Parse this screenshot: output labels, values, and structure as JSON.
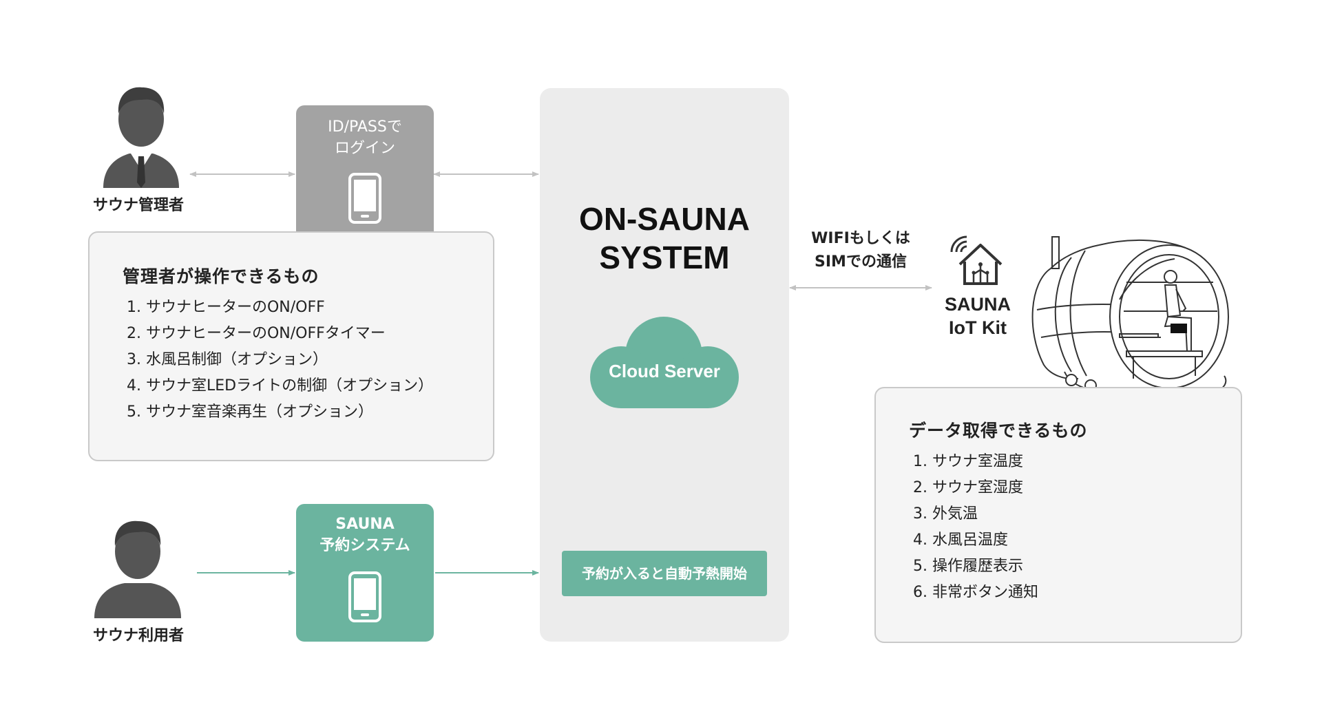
{
  "admin": {
    "label": "サウナ管理者"
  },
  "user": {
    "label": "サウナ利用者"
  },
  "login_box": {
    "line1": "ID/PASSで",
    "line2": "ログイン"
  },
  "reservation_box": {
    "line1": "SAUNA",
    "line2": "予約システム"
  },
  "admin_panel": {
    "title": "管理者が操作できるもの",
    "items": [
      "1. サウナヒーターのON/OFF",
      "2. サウナヒーターのON/OFFタイマー",
      "3. 水風呂制御（オプション）",
      "4. サウナ室LEDライトの制御（オプション）",
      "5. サウナ室音楽再生（オプション）"
    ]
  },
  "system": {
    "title_line1": "ON-SAUNA",
    "title_line2": "SYSTEM",
    "cloud_label": "Cloud Server",
    "auto_preheat": "予約が入ると自動予熱開始"
  },
  "comm": {
    "line1": "WIFIもしくは",
    "line2": "SIMでの通信"
  },
  "iot_kit": {
    "line1": "SAUNA",
    "line2": "IoT Kit"
  },
  "data_panel": {
    "title": "データ取得できるもの",
    "items": [
      "1. サウナ室温度",
      "2. サウナ室湿度",
      "3. 外気温",
      "4. 水風呂温度",
      "5. 操作履歴表示",
      "6. 非常ボタン通知"
    ]
  },
  "colors": {
    "accent_green": "#6bb49f",
    "gray_box": "#a3a3a3",
    "system_bg": "#ececec",
    "person": "#555555"
  },
  "icons": [
    "person-admin-icon",
    "person-user-icon",
    "smartphone-icon",
    "cloud-icon",
    "smart-home-wifi-icon",
    "barrel-sauna-illustration"
  ]
}
